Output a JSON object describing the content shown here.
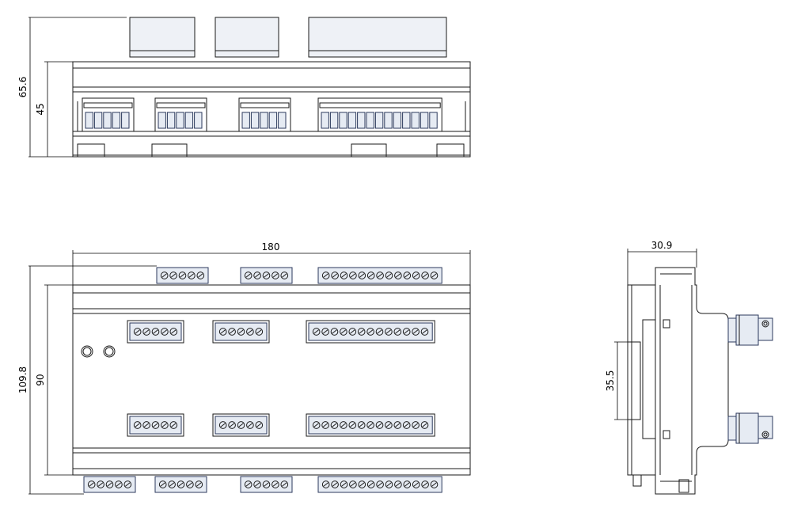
{
  "dimensions": {
    "top_total_height": "65.6",
    "top_body_height": "45",
    "front_width": "180",
    "front_total_height": "109.8",
    "front_body_height": "90",
    "side_depth": "30.9",
    "din_rail": "35.5"
  },
  "views": [
    "top",
    "front",
    "side"
  ],
  "colors": {
    "line": "#1a1a1a",
    "fill": "#eef1f6",
    "connector": "#e6ebf3"
  },
  "front_connectors": {
    "top_outer": [
      5,
      5,
      13
    ],
    "upper_inner": [
      5,
      5,
      13
    ],
    "lower_inner": [
      5,
      5,
      13
    ],
    "bottom_outer": [
      5,
      5,
      5,
      13
    ]
  },
  "top_view_connectors": [
    5,
    5,
    5,
    13
  ],
  "front_leds": 2
}
